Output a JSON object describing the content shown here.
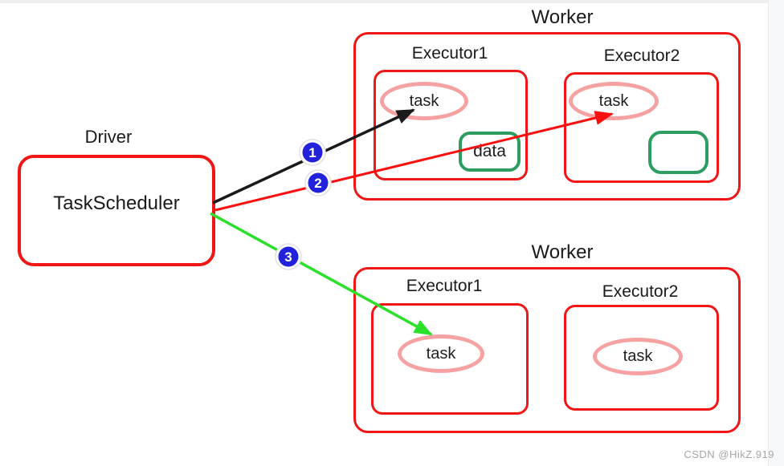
{
  "page": {
    "watermark": "CSDN @HikZ.919"
  },
  "colors": {
    "box_red": "#f11616",
    "task_pink": "#f7a2a2",
    "data_green": "#2d9e5f",
    "arrow_black": "#1a1a1a",
    "arrow_red": "#fb0f0f",
    "arrow_green": "#2ae02a",
    "badge_blue": "#2222dd",
    "badge_text": "#ffffff"
  },
  "driver": {
    "title": "Driver",
    "label": "TaskScheduler"
  },
  "workers": [
    {
      "title": "Worker",
      "executors": [
        {
          "title": "Executor1",
          "task": "task",
          "data": "data"
        },
        {
          "title": "Executor2",
          "task": "task"
        }
      ]
    },
    {
      "title": "Worker",
      "executors": [
        {
          "title": "Executor1",
          "task": "task"
        },
        {
          "title": "Executor2",
          "task": "task"
        }
      ]
    }
  ],
  "arrows": [
    {
      "badge": "1"
    },
    {
      "badge": "2"
    },
    {
      "badge": "3"
    }
  ]
}
